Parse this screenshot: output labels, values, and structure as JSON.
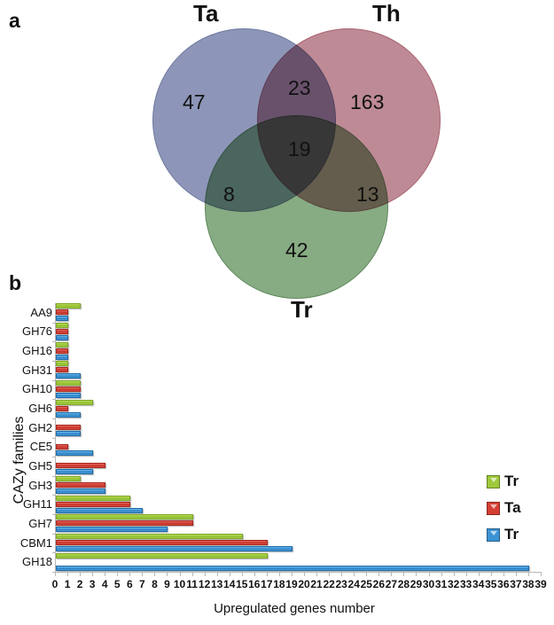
{
  "figure": {
    "panel_a_letter": "a",
    "panel_b_letter": "b"
  },
  "venn": {
    "labels": {
      "ta": "Ta",
      "th": "Th",
      "tr": "Tr"
    },
    "colors": {
      "ta": "#8d96b8",
      "th": "#bd8a95",
      "tr": "#87ab83"
    },
    "counts": {
      "ta_only": "47",
      "th_only": "163",
      "tr_only": "42",
      "ta_th": "23",
      "ta_tr": "8",
      "th_tr": "13",
      "all_three": "19"
    }
  },
  "chart_data": {
    "type": "bar",
    "orientation": "horizontal",
    "title": "",
    "xlabel": "Upregulated genes number",
    "ylabel": "CAZy families",
    "xlim": [
      0,
      39
    ],
    "xticks": [
      0,
      1,
      2,
      3,
      4,
      5,
      6,
      7,
      8,
      9,
      10,
      11,
      12,
      13,
      14,
      15,
      16,
      17,
      18,
      19,
      20,
      21,
      22,
      23,
      24,
      25,
      26,
      27,
      28,
      29,
      30,
      31,
      32,
      33,
      34,
      35,
      36,
      37,
      38,
      39
    ],
    "grid": false,
    "legend_position": "right",
    "categories": [
      "AA9",
      "GH76",
      "GH16",
      "GH31",
      "GH10",
      "GH6",
      "GH2",
      "CE5",
      "GH5",
      "GH3",
      "GH11",
      "GH7",
      "CBM1",
      "GH18"
    ],
    "series": [
      {
        "name": "Tr",
        "color": "#9ec93a",
        "values": [
          2,
          1,
          1,
          1,
          2,
          3,
          0,
          0,
          0,
          2,
          6,
          11,
          15,
          17
        ]
      },
      {
        "name": "Ta",
        "color": "#d43f34",
        "values": [
          1,
          1,
          1,
          1,
          2,
          1,
          2,
          1,
          4,
          4,
          6,
          11,
          17,
          0
        ]
      },
      {
        "name": "Tr",
        "color": "#3b92d4",
        "values": [
          1,
          1,
          1,
          2,
          2,
          2,
          2,
          3,
          3,
          4,
          7,
          9,
          19,
          38
        ]
      }
    ],
    "legend": [
      {
        "label": "Tr",
        "color": "#9ec93a"
      },
      {
        "label": "Ta",
        "color": "#d43f34"
      },
      {
        "label": "Tr",
        "color": "#3b92d4"
      }
    ]
  }
}
